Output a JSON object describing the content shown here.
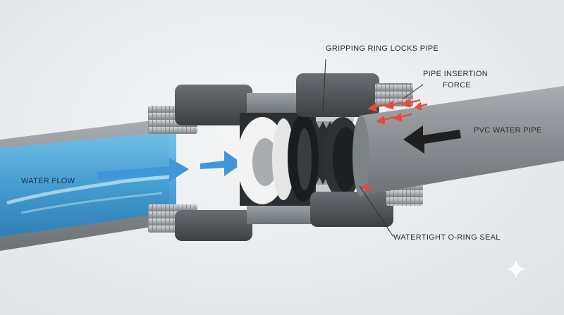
{
  "labels": {
    "gripping_ring": "GRIPPING RING LOCKS PIPE",
    "insertion_force_line1": "PIPE INSERTION",
    "insertion_force_line2": "FORCE",
    "pvc_pipe": "PVC WATER PIPE",
    "water_flow": "WATER FLOW",
    "oring_seal": "WATERTIGHT O-RING SEAL"
  },
  "colors": {
    "background": "#e9ebed",
    "pvc_pipe": "#8e9397",
    "water": "#4aa8dd",
    "flow_arrow": "#3f97d8",
    "housing": "#55595d",
    "steel": "#b9bcbf",
    "seal_ring": "#f2f2f2",
    "o_ring": "#1b1c1d",
    "force_arrow": "#e54a3c",
    "push_arrow": "#1f1f1f"
  },
  "icons": [
    "sparkle-icon"
  ]
}
